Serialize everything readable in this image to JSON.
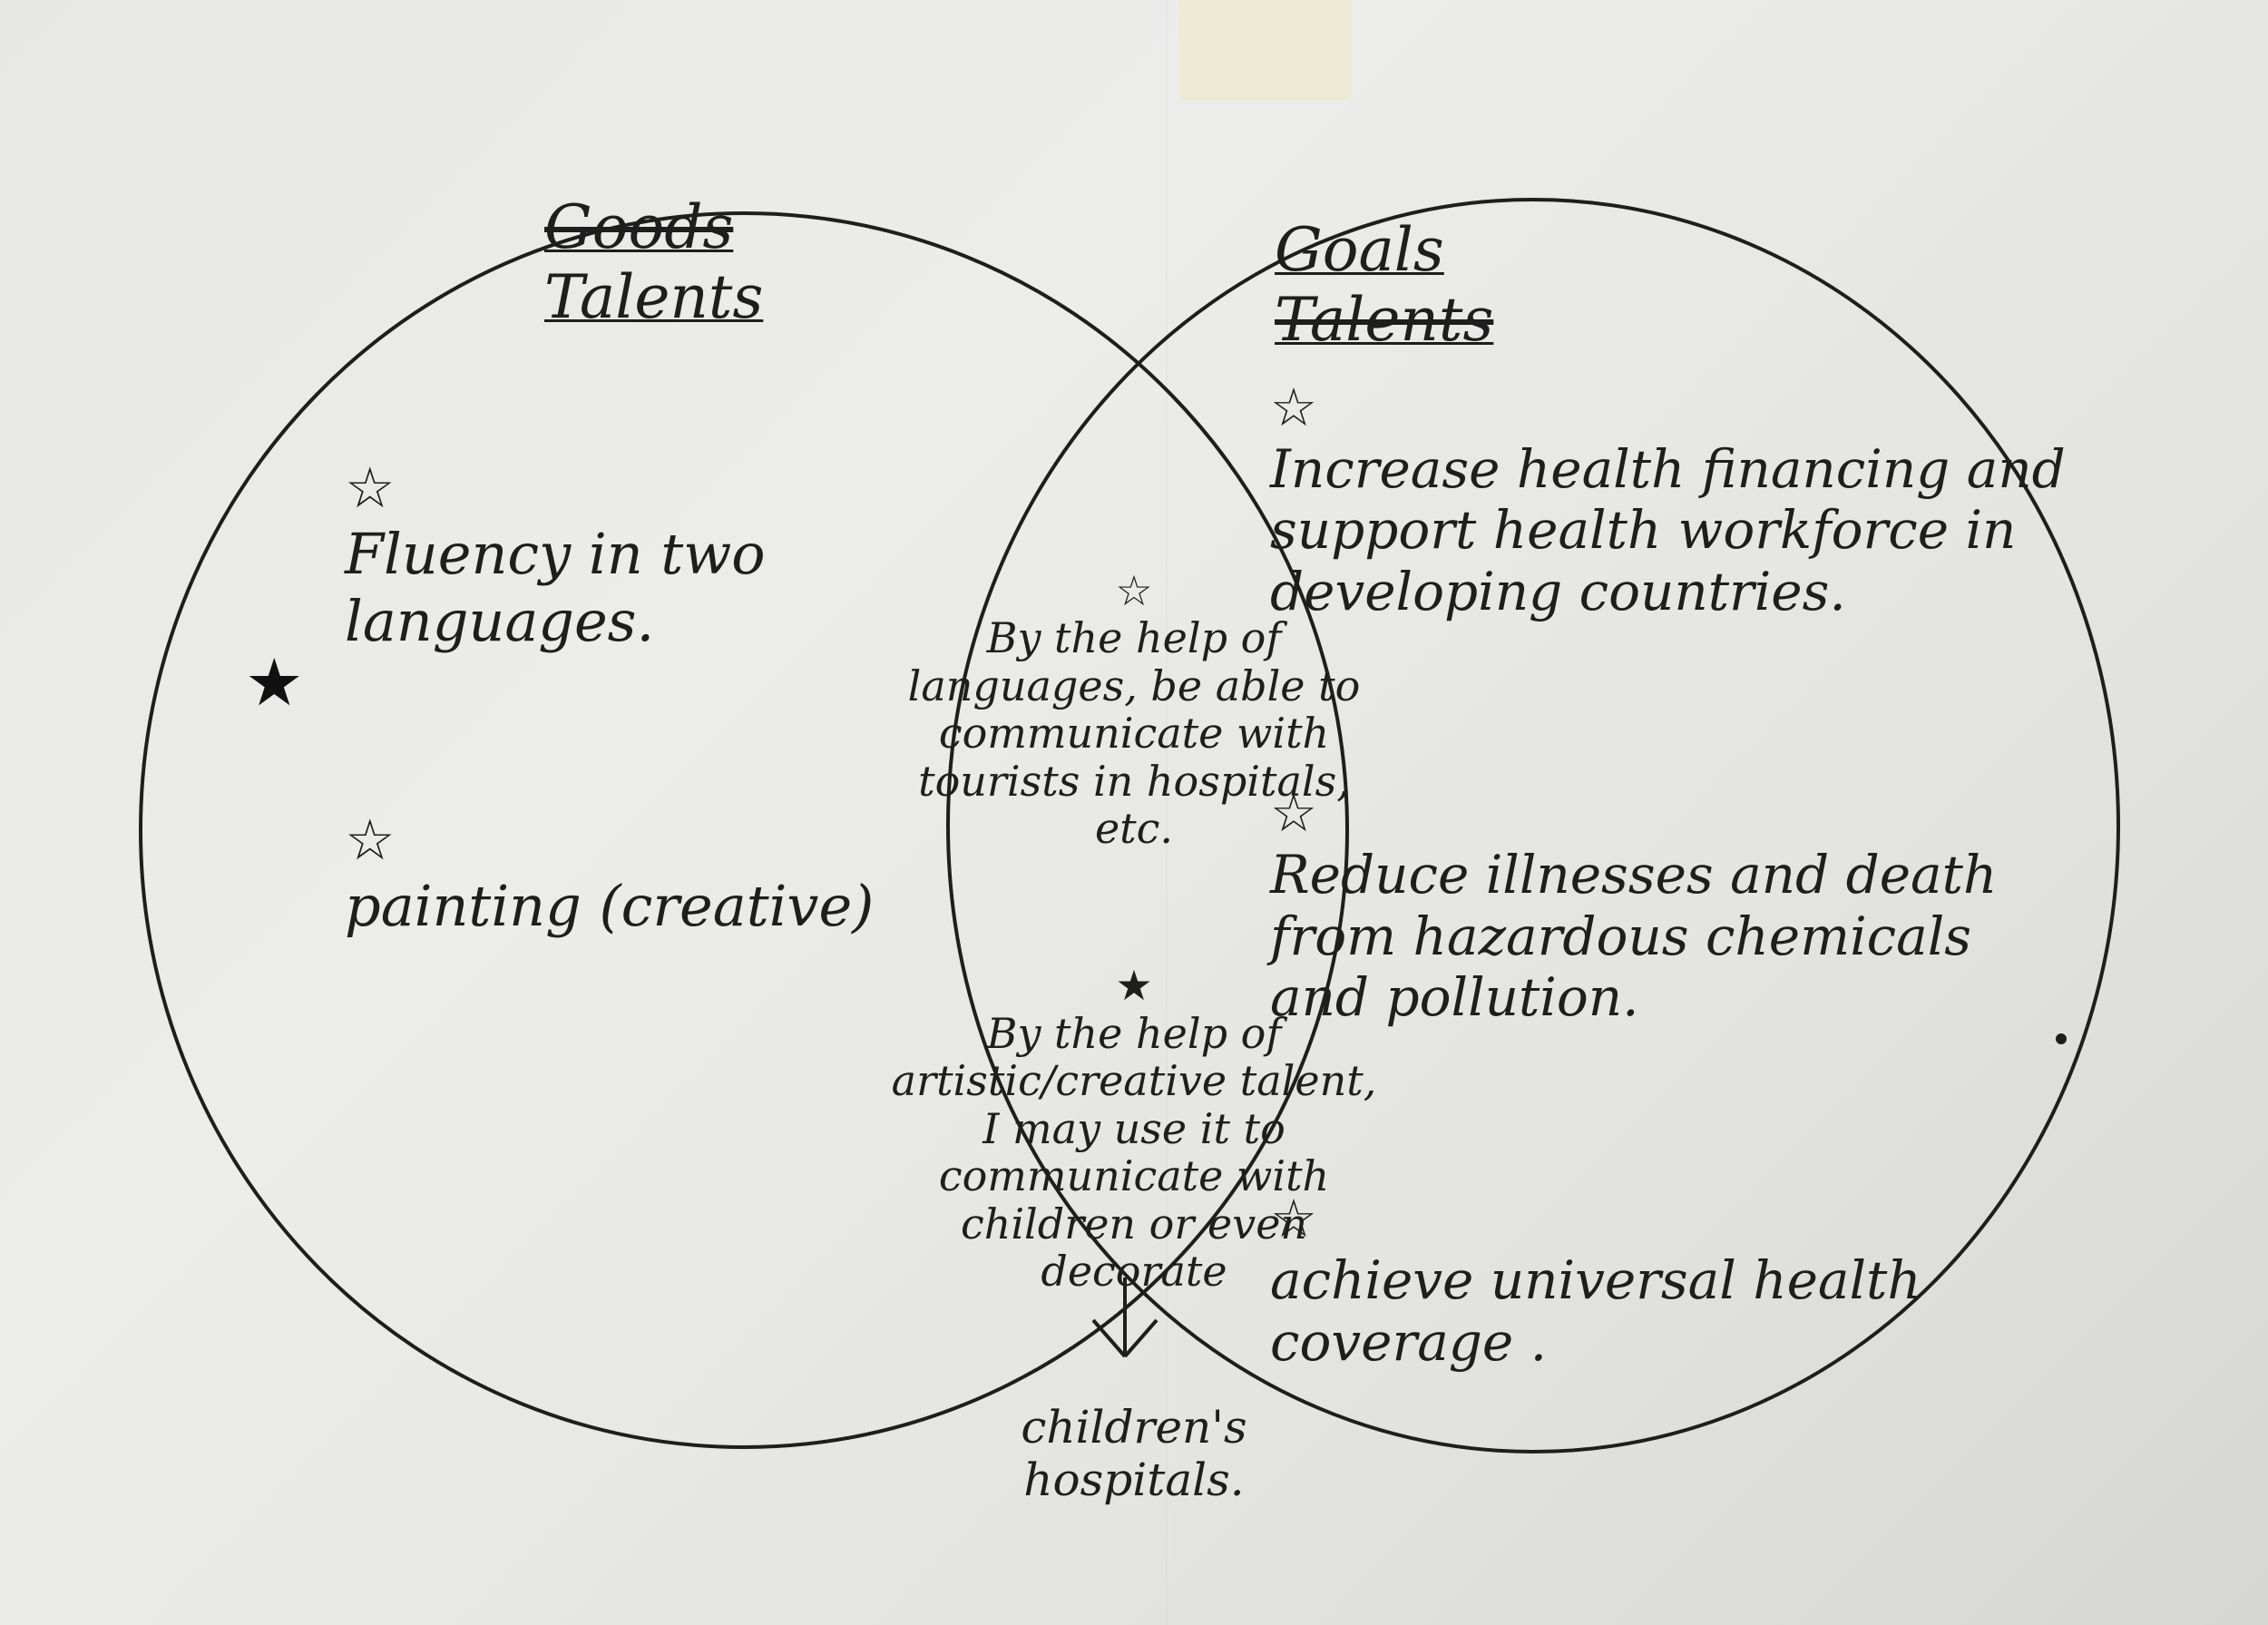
{
  "left_circle": {
    "heading_crossed": "Goods",
    "heading": "Talents",
    "items": [
      {
        "bullet": "☆",
        "text": "Fluency in two languages."
      },
      {
        "bullet": "☆",
        "text": "painting (creative)"
      }
    ],
    "empty_bullet": "★"
  },
  "right_circle": {
    "heading": "Goals",
    "heading_crossed": "Talents",
    "items": [
      {
        "bullet": "☆",
        "text": "Increase health financing and support health workforce in developing countries."
      },
      {
        "bullet": "☆",
        "text": "Reduce illnesses and death from hazardous chemicals and pollution."
      },
      {
        "bullet": "☆",
        "text": "achieve universal health coverage ."
      }
    ]
  },
  "intersection": {
    "items": [
      {
        "bullet": "☆",
        "text": "By the help of languages, be able to communicate with tourists in hospitals, etc."
      },
      {
        "bullet": "★",
        "text": "By the help of artistic/creative talent, I may use it to communicate with children or even decorate"
      }
    ]
  },
  "caption": {
    "text": "children's hospitals."
  },
  "colors": {
    "ink": "#1e1e1e",
    "paper": "#e9e9e7",
    "tape": "#ece8cd"
  },
  "icons": {
    "bullet_star": "star-icon",
    "pointer": "arrow-down-icon"
  }
}
